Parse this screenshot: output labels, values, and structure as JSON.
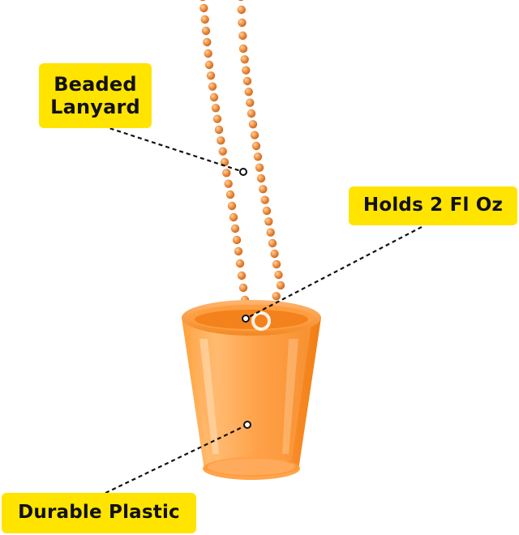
{
  "callouts": {
    "beaded_lanyard": "Beaded\nLanyard",
    "holds": "Holds 2 Fl Oz",
    "durable": "Durable Plastic"
  },
  "colors": {
    "callout_background": "#ffe400",
    "callout_text": "#111111",
    "bead": "#e8873a",
    "cup": "#ff8a1c",
    "leader_line": "#111111"
  },
  "icons": {
    "product": "orange-shot-glass-necklace"
  }
}
